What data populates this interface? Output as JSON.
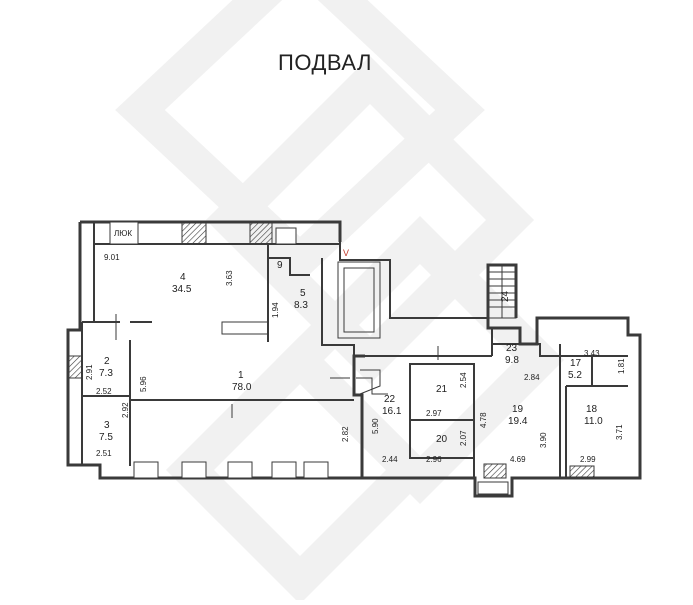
{
  "title": "ПОДВАЛ",
  "label_lyuk": "ЛЮК",
  "door_mark": "V",
  "colors": {
    "line": "#3a3a3a",
    "text": "#222222",
    "watermark": "#efefef"
  },
  "rooms": [
    {
      "id": "1",
      "number": "1",
      "area": "78.0"
    },
    {
      "id": "2",
      "number": "2",
      "area": "7.3"
    },
    {
      "id": "3",
      "number": "3",
      "area": "7.5"
    },
    {
      "id": "4",
      "number": "4",
      "area": "34.5"
    },
    {
      "id": "5",
      "number": "5",
      "area": "8.3"
    },
    {
      "id": "9",
      "number": "9",
      "area": ""
    },
    {
      "id": "17",
      "number": "17",
      "area": "5.2"
    },
    {
      "id": "18",
      "number": "18",
      "area": "11.0"
    },
    {
      "id": "19",
      "number": "19",
      "area": "19.4"
    },
    {
      "id": "20",
      "number": "20",
      "area": ""
    },
    {
      "id": "21",
      "number": "21",
      "area": ""
    },
    {
      "id": "22",
      "number": "22",
      "area": "16.1"
    },
    {
      "id": "23",
      "number": "23",
      "area": "9.8"
    },
    {
      "id": "24",
      "number": "24",
      "area": ""
    }
  ],
  "dimensions": {
    "d_9_01": "9.01",
    "d_3_63": "3.63",
    "d_1_94": "1.94",
    "d_5_96": "5.96",
    "d_2_91": "2.91",
    "d_2_52": "2.52",
    "d_2_92": "2.92",
    "d_2_51": "2.51",
    "d_2_82": "2.82",
    "d_5_90": "5.90",
    "d_2_44": "2.44",
    "d_2_54": "2.54",
    "d_2_97": "2.97",
    "d_2_07": "2.07",
    "d_2_96": "2.96",
    "d_4_78": "4.78",
    "d_3_90": "3.90",
    "d_4_69": "4.69",
    "d_2_84": "2.84",
    "d_3_43": "3.43",
    "d_1_81": "1.81",
    "d_3_71": "3.71",
    "d_2_99": "2.99"
  }
}
